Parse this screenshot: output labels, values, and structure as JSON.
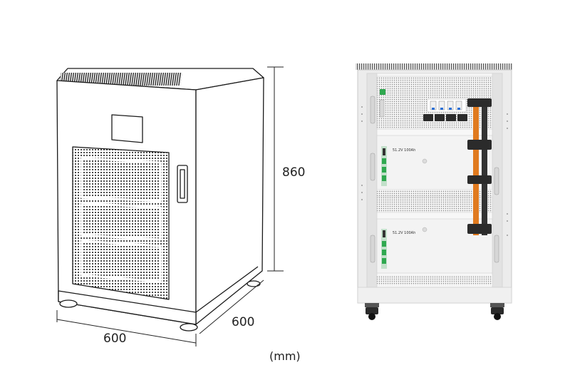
{
  "dimensions": {
    "height": "860",
    "width": "600",
    "depth": "600",
    "unit": "(mm)"
  },
  "modules": [
    {
      "spec": "51.2V  100Ah"
    },
    {
      "spec": "51.2V  100Ah"
    }
  ],
  "colors": {
    "busbar": "#e07a1f",
    "busbar_dark": "#333333",
    "cabinet_frame": "#e9e9e9",
    "terminal_blue": "#2a6fd6",
    "indicator_green": "#2fa84f"
  }
}
